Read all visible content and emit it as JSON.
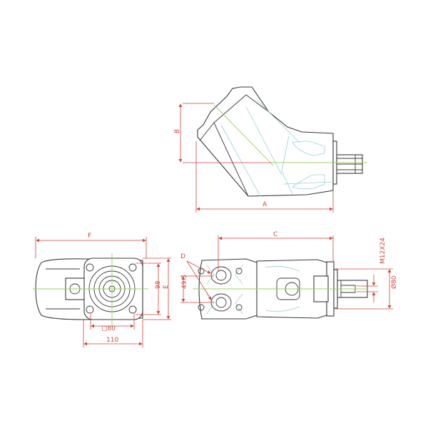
{
  "dimensions": {
    "A": "A",
    "B": "B",
    "C": "C",
    "D": "D",
    "E": "E",
    "F": "F",
    "height_98": "98",
    "square_80": "□80",
    "width_110": "110",
    "port_spacing": "49.5",
    "thread": "M12X24",
    "shaft_diameter": "Ø80"
  },
  "colors": {
    "dimension": "#d0453a",
    "centerline": "#9cd06a",
    "contour": "#9ad0d6",
    "outline": "#3a3a3a"
  }
}
